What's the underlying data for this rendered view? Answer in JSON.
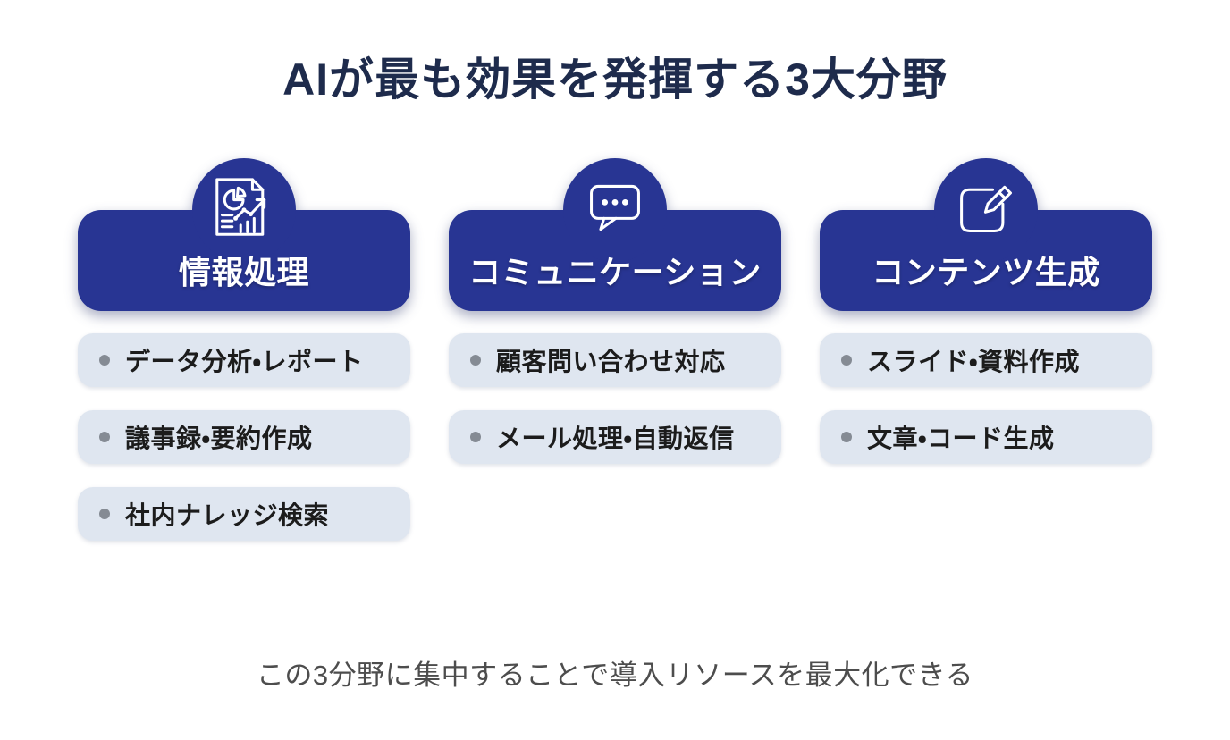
{
  "title": "AIが最も効果を発揮する3大分野",
  "caption": "この3分野に集中することで導入リソースを最大化できる",
  "colors": {
    "primary_navy": "#283593",
    "title_text": "#1e2b4c",
    "header_label_text": "#ffffff",
    "item_background": "#dfe6f0",
    "item_text": "#1c1c1c",
    "bullet": "#858b94",
    "caption_text": "#4d4d4d",
    "page_background": "#ffffff"
  },
  "columns": [
    {
      "label": "情報処理",
      "icon": "report-chart-icon",
      "items": [
        "データ分析・レポート",
        "議事録・要約作成",
        "社内ナレッジ検索"
      ]
    },
    {
      "label": "コミュニケーション",
      "icon": "chat-bubble-icon",
      "items": [
        "顧客問い合わせ対応",
        "メール処理・自動返信"
      ]
    },
    {
      "label": "コンテンツ生成",
      "icon": "edit-pencil-icon",
      "items": [
        "スライド・資料作成",
        "文章・コード生成"
      ]
    }
  ]
}
